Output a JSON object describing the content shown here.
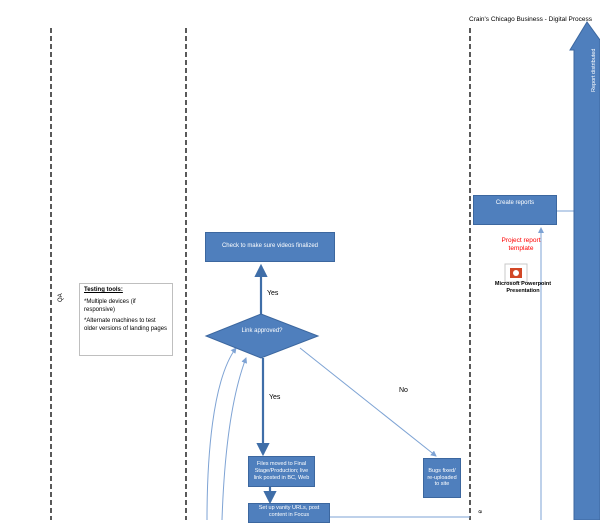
{
  "header": {
    "title": "Crain's Chicago Business - Digital Process"
  },
  "lane": {
    "label": "QA"
  },
  "side_arrow": {
    "label": "Report distributed"
  },
  "testing_note": {
    "heading": "Testing tools:",
    "items": [
      "*Multiple devices (if responsive)",
      "*Alternate machines to test older versions of landing pages"
    ]
  },
  "nodes": {
    "videos": "Check to make sure videos finalized",
    "link_approved": "Link approved?",
    "files_moved": "Files moved to Final Stage/Production; live link posted in BC, Web",
    "setup_urls": "Set up vanity URLs, post content in Focus",
    "bugs_fixed": "Bugs fixed/ re-uploaded to site",
    "create_reports": "Create reports"
  },
  "edge_labels": {
    "yes_up": "Yes",
    "yes_down": "Yes",
    "no": "No"
  },
  "report_template": {
    "label": "Project report template",
    "file_label": "Microsoft Powerpoint Presentation",
    "label_color": "#ff0000"
  },
  "edge_text_cut": "e",
  "colors": {
    "box": "#4f7fbd",
    "arrow": "#4f7fbd",
    "line": "#9dbde6"
  }
}
